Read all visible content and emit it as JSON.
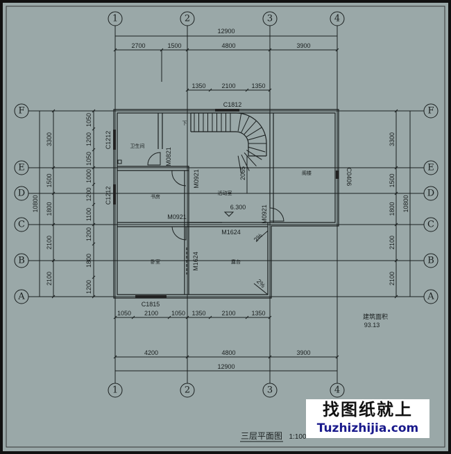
{
  "drawing": {
    "title": "三层平面图",
    "scale": "1:100",
    "area_label": "建筑面积",
    "area_value": "93.13",
    "level_mark": "6.300",
    "background_color": "#9aa8a8"
  },
  "axes": {
    "columns": [
      "1",
      "2",
      "3",
      "4"
    ],
    "rows": [
      "F",
      "E",
      "D",
      "C",
      "B",
      "A"
    ]
  },
  "dimensions": {
    "top_total": "12900",
    "top_segments": [
      "2700",
      "1500",
      "4800",
      "3900"
    ],
    "top_stair": [
      "1350",
      "2100",
      "1350"
    ],
    "left_total": "10800",
    "left_axes": [
      "3300",
      "1500",
      "1800",
      "2100",
      "2100"
    ],
    "left_openings": [
      "1050",
      "1200",
      "1050",
      "1000",
      "1200",
      "1100",
      "1200",
      "1800",
      "1200"
    ],
    "right_axes": [
      "3300",
      "1500",
      "1800",
      "2100",
      "2100"
    ],
    "right_total": "10800",
    "bottom_openings": [
      "1050",
      "2100",
      "1050",
      "1350",
      "2100",
      "1350"
    ],
    "bottom_axes": [
      "4200",
      "4800",
      "3900"
    ],
    "bottom_total": "12900",
    "stair_depth": "2065"
  },
  "rooms": {
    "bathroom": "卫生间",
    "study": "书房",
    "bedroom": "卧室",
    "activity": "活动室",
    "attic": "阁楼",
    "terrace": "露台"
  },
  "openings": {
    "c1812": "C1812",
    "c1212_a": "C1212",
    "c1212_b": "C1212",
    "m0821": "M0821",
    "m0921_a": "M0921",
    "m0921_b": "M0921",
    "m0921_c": "M0921",
    "m1624_a": "M1624",
    "m1624_b": "M1624",
    "c1815": "C1815",
    "c0406": "C0406",
    "slope_a": "2%",
    "slope_b": "2%",
    "stair_down": "下"
  },
  "watermark": {
    "line1": "找图纸就上",
    "line2": "Tuzhizhijia.com"
  }
}
